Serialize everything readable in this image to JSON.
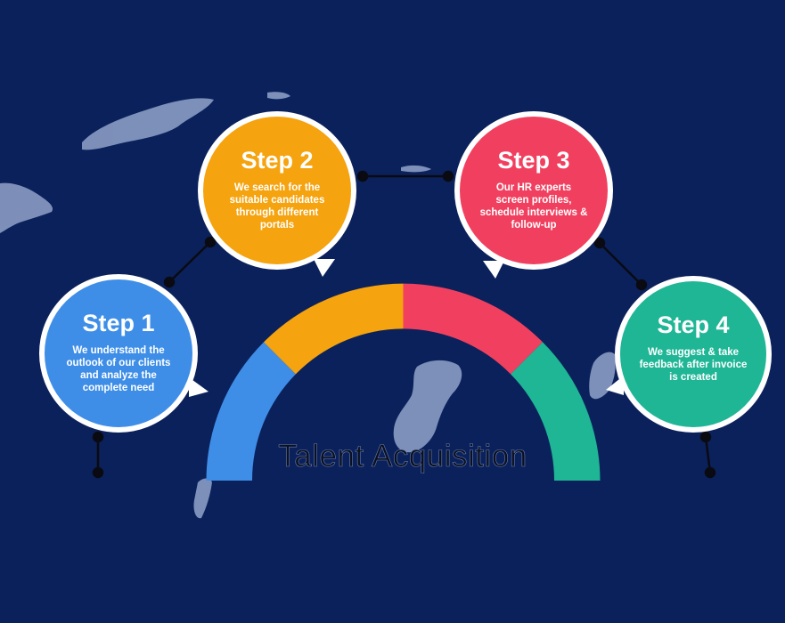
{
  "title": "Talent Acquisition",
  "colors": {
    "background": "#0b215b",
    "step_1": "#3e8ee8",
    "step_2": "#f5a30e",
    "step_3": "#f1405f",
    "step_4": "#1fb696",
    "land": "#8a9cc4",
    "connector": "#0a0a12"
  },
  "steps": [
    {
      "label": "Step 1",
      "description": "We understand the outlook of our clients and analyze the complete need"
    },
    {
      "label": "Step 2",
      "description": "We search for the suitable candidates through different portals"
    },
    {
      "label": "Step 3",
      "description": "Our HR experts screen profiles, schedule interviews & follow-up"
    },
    {
      "label": "Step 4",
      "description": "We suggest & take feedback after invoice is created"
    }
  ]
}
